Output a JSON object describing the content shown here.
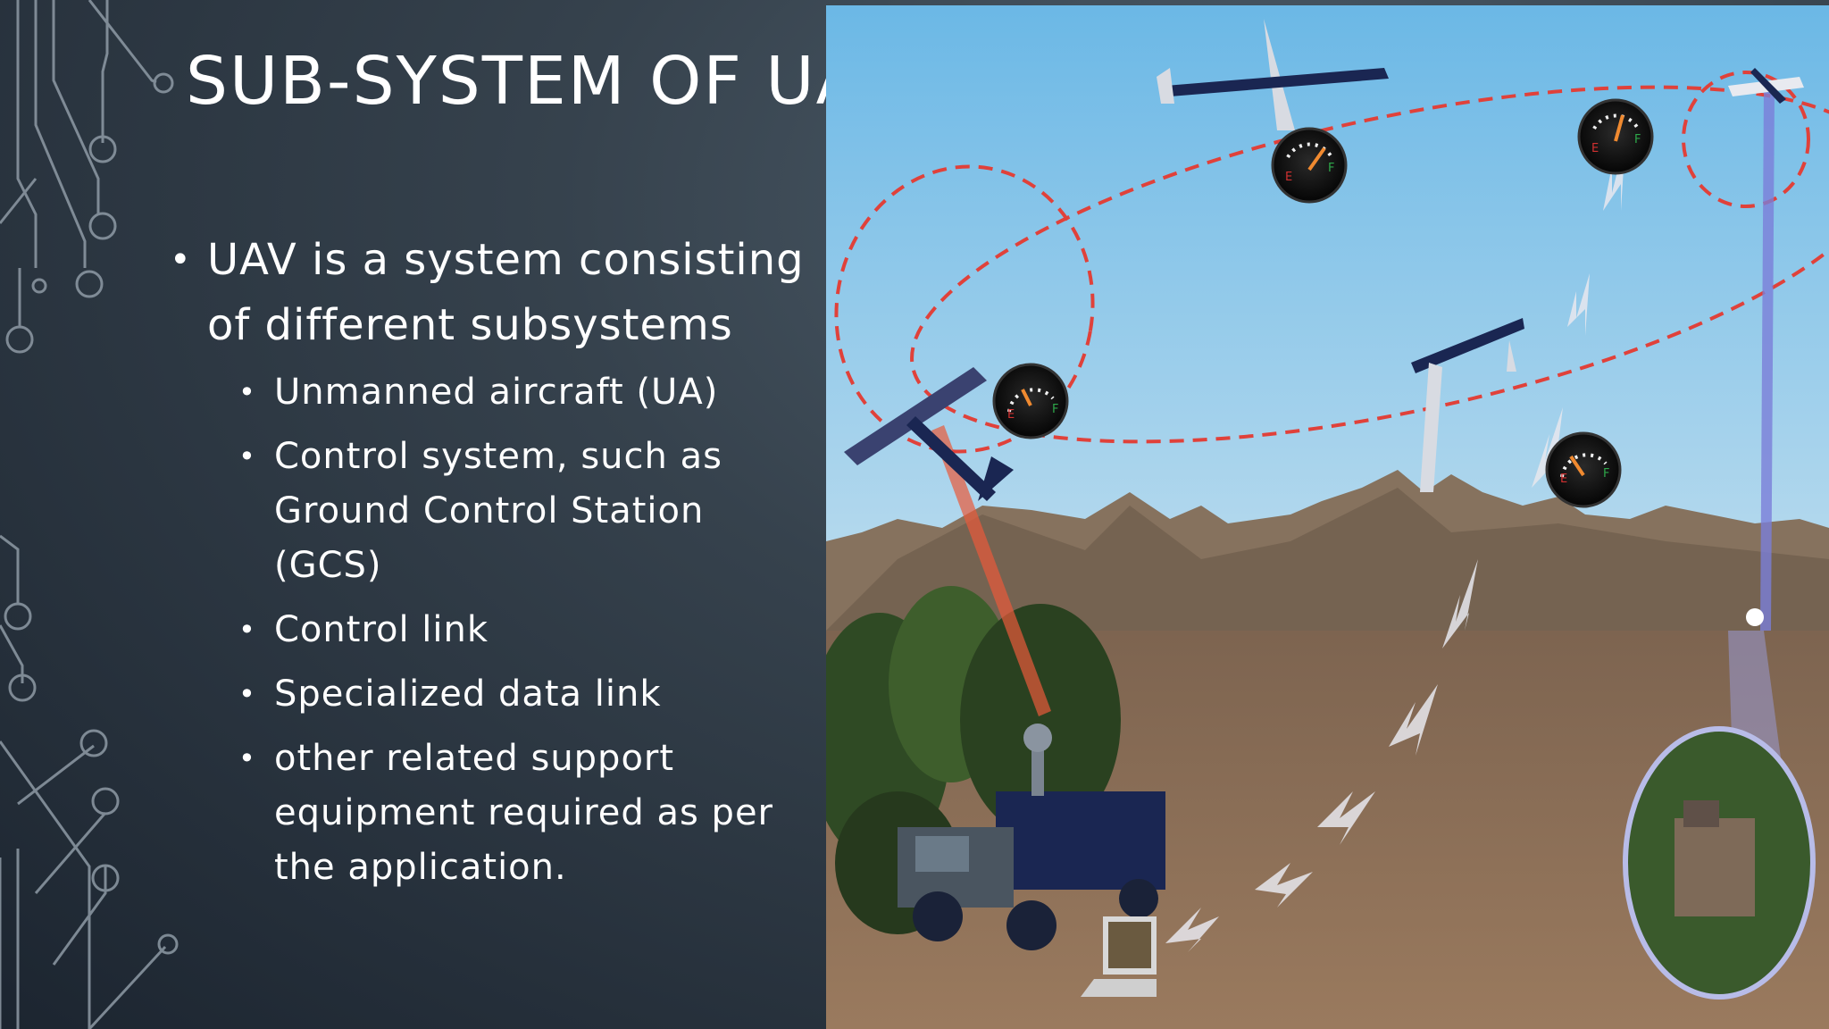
{
  "slide": {
    "title": "SUB-SYSTEM OF UA",
    "bullets": {
      "main": "UAV is a system consisting of different subsystems",
      "sub": [
        "Unmanned aircraft (UA)",
        "Control system, such as Ground Control Station (GCS)",
        "Control link",
        "Specialized data link",
        "other related support equipment required as per the application."
      ]
    }
  },
  "illustration": {
    "gauge_labels": {
      "empty": "E",
      "full": "F"
    },
    "icons": [
      "uav-aircraft-icon",
      "fuel-gauge-icon",
      "ground-control-truck-icon",
      "laptop-icon",
      "lightning-link-icon",
      "tank-target-icon"
    ]
  },
  "colors": {
    "background_dark": "#1c2530",
    "background_light": "#4e5e6b",
    "text": "#ffffff",
    "sky_top": "#6bb8e6",
    "desert": "#8a6a52",
    "flight_path": "#e0413a"
  }
}
